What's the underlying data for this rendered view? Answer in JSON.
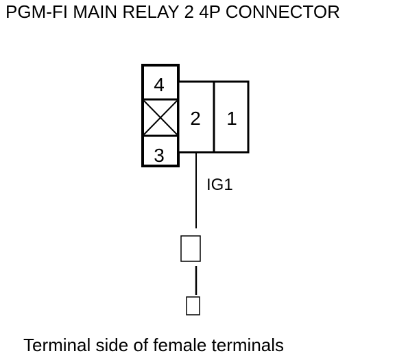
{
  "title": "PGM-FI MAIN RELAY 2 4P CONNECTOR",
  "connector": {
    "terminals": [
      {
        "number": "4"
      },
      {
        "number": "3"
      },
      {
        "number": "2"
      },
      {
        "number": "1"
      }
    ],
    "empty_cavity_icon": "x-box-icon"
  },
  "wire": {
    "label": "IG1"
  },
  "caption": "Terminal side of female terminals"
}
